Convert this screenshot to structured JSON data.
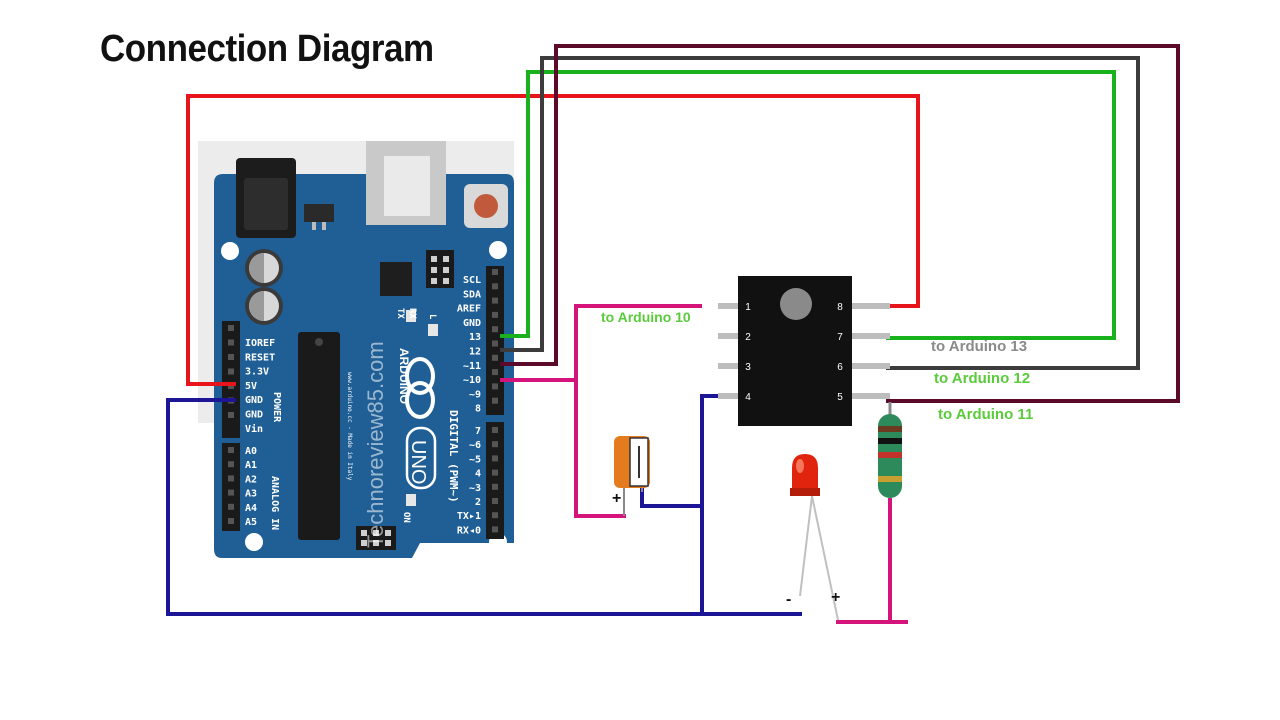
{
  "title": "Connection Diagram",
  "colors": {
    "vcc_wire": "#e8141b",
    "gnd_wire": "#1c1696",
    "pin13_wire": "#19b21c",
    "pin12_wire": "#3c3c3c",
    "pin11_wire": "#5c0a2a",
    "pin10_wire": "#d4147a",
    "label_green": "#5acb3a",
    "label_gray": "#8a8a8a",
    "board": "#1f5f96"
  },
  "arduino": {
    "watermark": "Technoreview85.com",
    "brand": "ARDUINO",
    "model": "UNO",
    "fineprint": "www.arduino.cc - Made in Italy",
    "on_label": "ON",
    "tx": "TX",
    "rx": "RX",
    "l_label": "L",
    "power_section": "POWER",
    "analog_section": "ANALOG IN",
    "digital_section": "DIGITAL (PWM~)",
    "power_pins": [
      "IOREF",
      "RESET",
      "3.3V",
      "5V",
      "GND",
      "GND",
      "Vin"
    ],
    "analog_pins": [
      "A0",
      "A1",
      "A2",
      "A3",
      "A4",
      "A5"
    ],
    "digital_top": [
      "SCL",
      "SDA",
      "AREF",
      "GND",
      "13",
      "12",
      "~11",
      "~10",
      "~9",
      "8"
    ],
    "digital_bottom": [
      "7",
      "~6",
      "~5",
      "4",
      "~3",
      "2",
      "TX▸1",
      "RX◂0"
    ]
  },
  "chip": {
    "left_pins": [
      "1",
      "2",
      "3",
      "4"
    ],
    "right_pins": [
      "8",
      "7",
      "6",
      "5"
    ]
  },
  "labels": {
    "to_pin10": "to Arduino 10",
    "to_pin13": "to Arduino 13",
    "to_pin12": "to Arduino 12",
    "to_pin11": "to Arduino 11"
  },
  "capacitor": {
    "plus": "+"
  },
  "led": {
    "minus": "-",
    "plus": "+"
  }
}
